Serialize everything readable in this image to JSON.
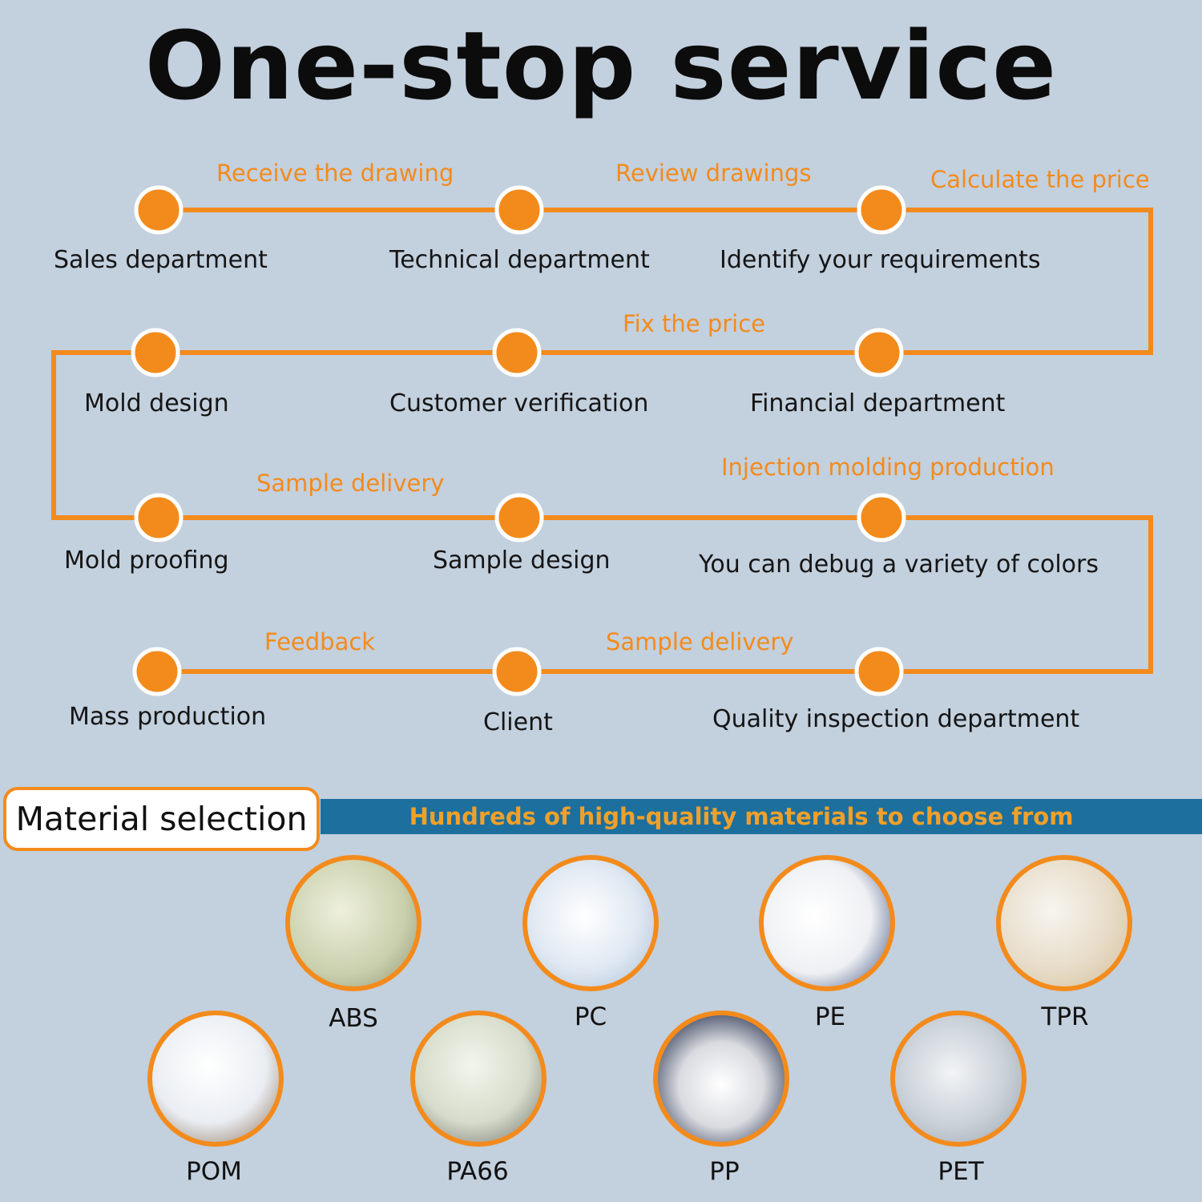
{
  "title": "One-stop service",
  "flow": {
    "steps": [
      {
        "label": "Sales department"
      },
      {
        "label": "Technical department"
      },
      {
        "label": "Identify your requirements"
      },
      {
        "label": "Financial department"
      },
      {
        "label": "Customer verification"
      },
      {
        "label": "Mold design"
      },
      {
        "label": "Mold proofing"
      },
      {
        "label": "Sample design"
      },
      {
        "label": "You can debug a variety of colors"
      },
      {
        "label": "Quality inspection department"
      },
      {
        "label": "Client"
      },
      {
        "label": "Mass production"
      }
    ],
    "actions": [
      "Receive the drawing",
      "Review drawings",
      "Calculate the price",
      "Fix the price",
      "Sample delivery",
      "Injection molding production",
      "Sample delivery",
      "Feedback"
    ]
  },
  "material_section": {
    "title": "Material selection",
    "banner": "Hundreds of high-quality materials to choose from",
    "materials": [
      {
        "name": "ABS"
      },
      {
        "name": "PC"
      },
      {
        "name": "PE"
      },
      {
        "name": "TPR"
      },
      {
        "name": "POM"
      },
      {
        "name": "PA66"
      },
      {
        "name": "PP"
      },
      {
        "name": "PET"
      }
    ]
  },
  "colors": {
    "accent": "#f38b1c",
    "background": "#c3d0de",
    "banner": "#1d6f9e"
  }
}
